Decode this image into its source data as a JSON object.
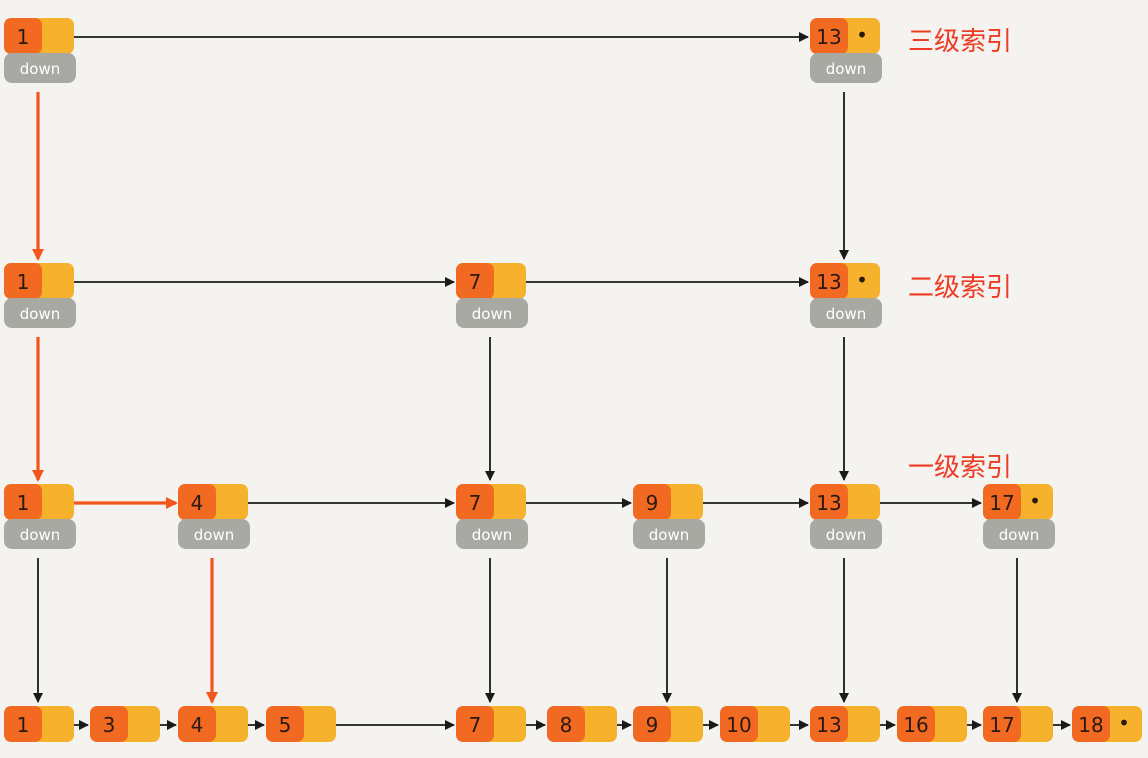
{
  "labels": {
    "level3": "三级索引",
    "level2": "二级索引",
    "level1": "一级索引"
  },
  "down_label": "down",
  "end_marker": "•",
  "colors": {
    "key_box": "#f26a21",
    "next_box": "#f6b22d",
    "down_box": "#a9a9a3",
    "arrow": "#1a1a1a",
    "search_path": "#f2561d",
    "label": "#ee3b24"
  },
  "levels": [
    {
      "name": "level3",
      "keys": [
        1,
        13
      ]
    },
    {
      "name": "level2",
      "keys": [
        1,
        7,
        13
      ]
    },
    {
      "name": "level1",
      "keys": [
        1,
        4,
        7,
        9,
        13,
        17
      ]
    },
    {
      "name": "base",
      "keys": [
        1,
        3,
        4,
        5,
        7,
        8,
        9,
        10,
        13,
        16,
        17,
        18
      ]
    }
  ]
}
